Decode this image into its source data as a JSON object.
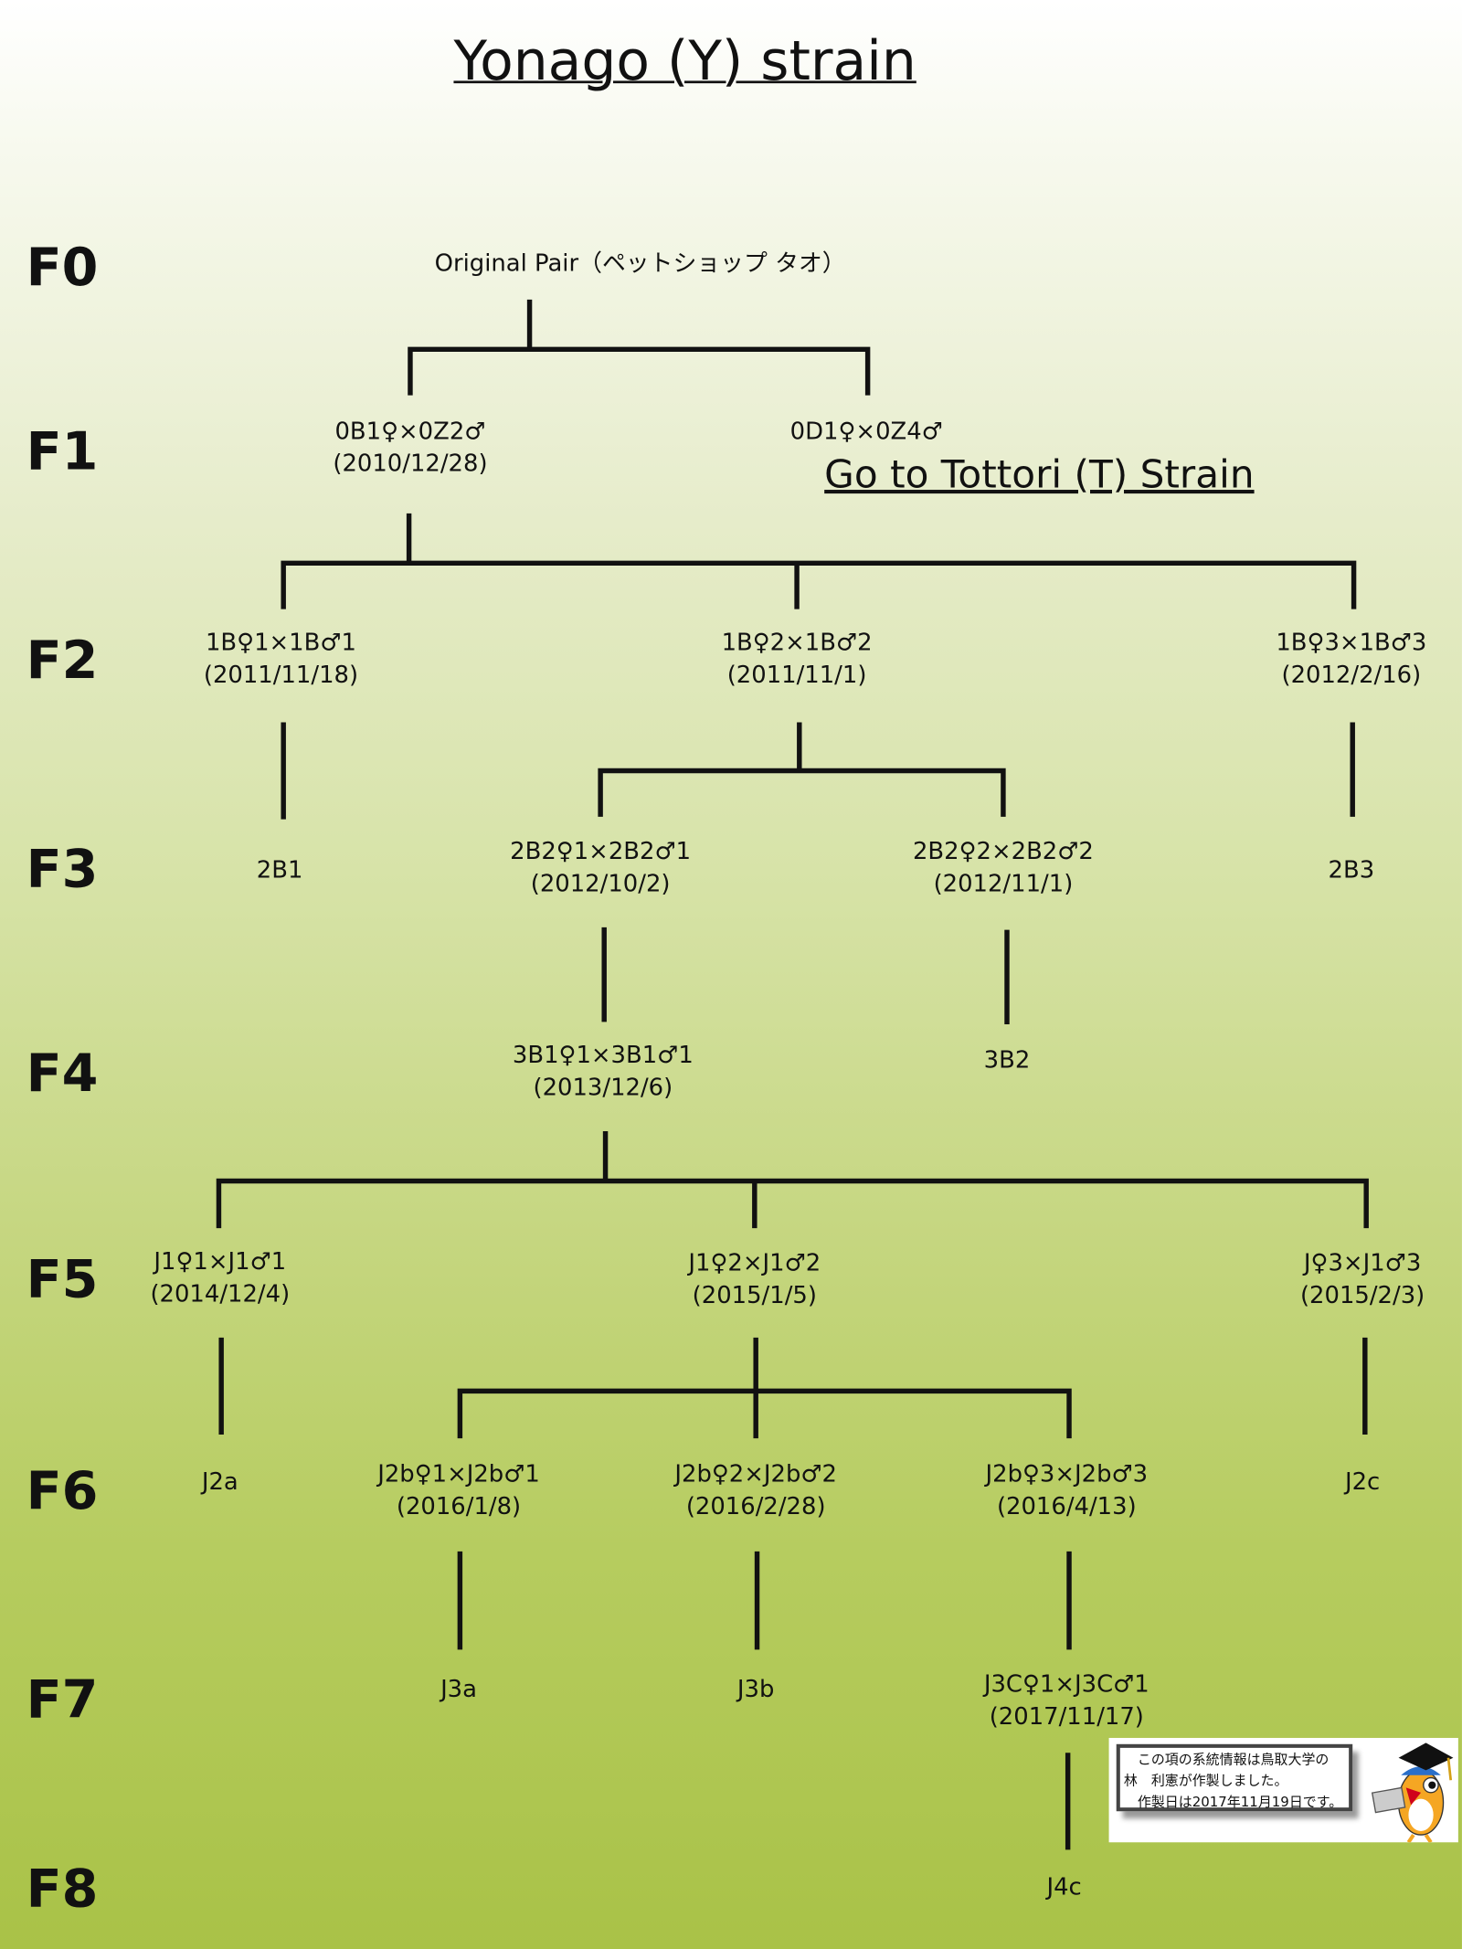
{
  "title": "Yonago (Y) strain",
  "link": "Go to Tottori (T) Strain",
  "generations": [
    "F0",
    "F1",
    "F2",
    "F3",
    "F4",
    "F5",
    "F6",
    "F7",
    "F8"
  ],
  "nodes": {
    "f0": {
      "l1": "Original Pair（ペットショップ タオ）"
    },
    "f1a": {
      "l1": "0B1♀×0Z2♂",
      "l2": "(2010/12/28)"
    },
    "f1b": {
      "l1": "0D1♀×0Z4♂"
    },
    "f2a": {
      "l1": "1B♀1×1B♂1",
      "l2": "(2011/11/18)"
    },
    "f2b": {
      "l1": "1B♀2×1B♂2",
      "l2": "(2011/11/1)"
    },
    "f2c": {
      "l1": "1B♀3×1B♂3",
      "l2": "(2012/2/16)"
    },
    "f3a": {
      "l1": "2B1"
    },
    "f3b": {
      "l1": "2B2♀1×2B2♂1",
      "l2": "(2012/10/2)"
    },
    "f3c": {
      "l1": "2B2♀2×2B2♂2",
      "l2": "(2012/11/1)"
    },
    "f3d": {
      "l1": "2B3"
    },
    "f4a": {
      "l1": "3B1♀1×3B1♂1",
      "l2": "(2013/12/6)"
    },
    "f4b": {
      "l1": "3B2"
    },
    "f5a": {
      "l1": "J1♀1×J1♂1",
      "l2": "(2014/12/4)"
    },
    "f5b": {
      "l1": "J1♀2×J1♂2",
      "l2": "(2015/1/5)"
    },
    "f5c": {
      "l1": "J♀3×J1♂3",
      "l2": "(2015/2/3)"
    },
    "f6a": {
      "l1": "J2a"
    },
    "f6b": {
      "l1": "J2b♀1×J2b♂1",
      "l2": "(2016/1/8)"
    },
    "f6c": {
      "l1": "J2b♀2×J2b♂2",
      "l2": "(2016/2/28)"
    },
    "f6d": {
      "l1": "J2b♀3×J2b♂3",
      "l2": "(2016/4/13)"
    },
    "f6e": {
      "l1": "J2c"
    },
    "f7a": {
      "l1": "J3a"
    },
    "f7b": {
      "l1": "J3b"
    },
    "f7c": {
      "l1": "J3C♀1×J3C♂1",
      "l2": "(2017/11/17)"
    },
    "f8a": {
      "l1": "J4c"
    }
  },
  "info": {
    "line1": "　この項の系統情報は鳥取大学の",
    "line2": "林　利憲が作製しました。",
    "line3": "　作製日は2017年11月19日です。"
  },
  "colors": {
    "line": "#111111",
    "bg_bottom": "#a9c247"
  }
}
